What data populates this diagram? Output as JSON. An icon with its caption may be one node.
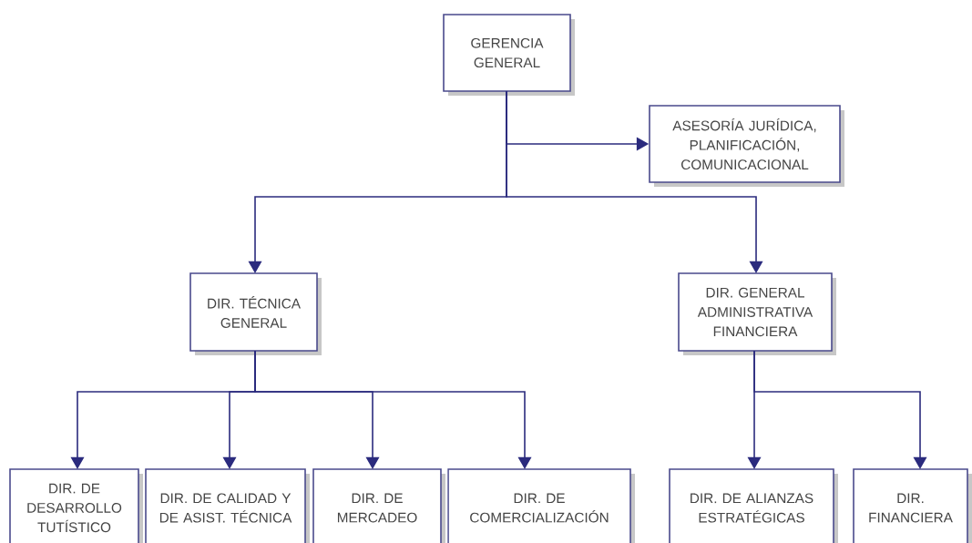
{
  "diagram": {
    "nodes": [
      {
        "text": [
          "GERENCIA GENERAL"
        ]
      },
      {
        "text": [
          "ASESORÍA JURÍDICA, PLANIFICACIÓN, COMUNICACIONAL"
        ]
      },
      {
        "text": [
          "DIR. TÉCNICA GENERAL"
        ]
      },
      {
        "text": [
          "DIR. GENERAL ADMINISTRATIVA FINANCIERA"
        ]
      },
      {
        "text": [
          "DIR. DE DESARROLLO TUTÍSTICO"
        ]
      },
      {
        "text": [
          "DIR. DE CALIDAD Y DE ASIST. TÉCNICA"
        ]
      },
      {
        "text": [
          "DIR. DE MERCADEO"
        ]
      },
      {
        "text": [
          "DIR. DE COMERCIALIZACIÓN"
        ]
      },
      {
        "text": [
          "DIR. DE ALIANZAS ESTRATÉGICAS"
        ]
      },
      {
        "text": [
          "DIR. FINANCIERA"
        ]
      }
    ],
    "edges": [
      {
        "from": 0,
        "to": 1,
        "arrow": "to"
      },
      {
        "from": 0,
        "to": 2,
        "arrow": "to"
      },
      {
        "from": 0,
        "to": 3,
        "arrow": "to"
      },
      {
        "from": 2,
        "to": 4,
        "arrow": "to"
      },
      {
        "from": 2,
        "to": 5,
        "arrow": "to"
      },
      {
        "from": 2,
        "to": 6,
        "arrow": "to"
      },
      {
        "from": 2,
        "to": 7,
        "arrow": "to"
      },
      {
        "from": 3,
        "to": 8,
        "arrow": "to"
      },
      {
        "from": 3,
        "to": 9,
        "arrow": "to"
      }
    ]
  }
}
